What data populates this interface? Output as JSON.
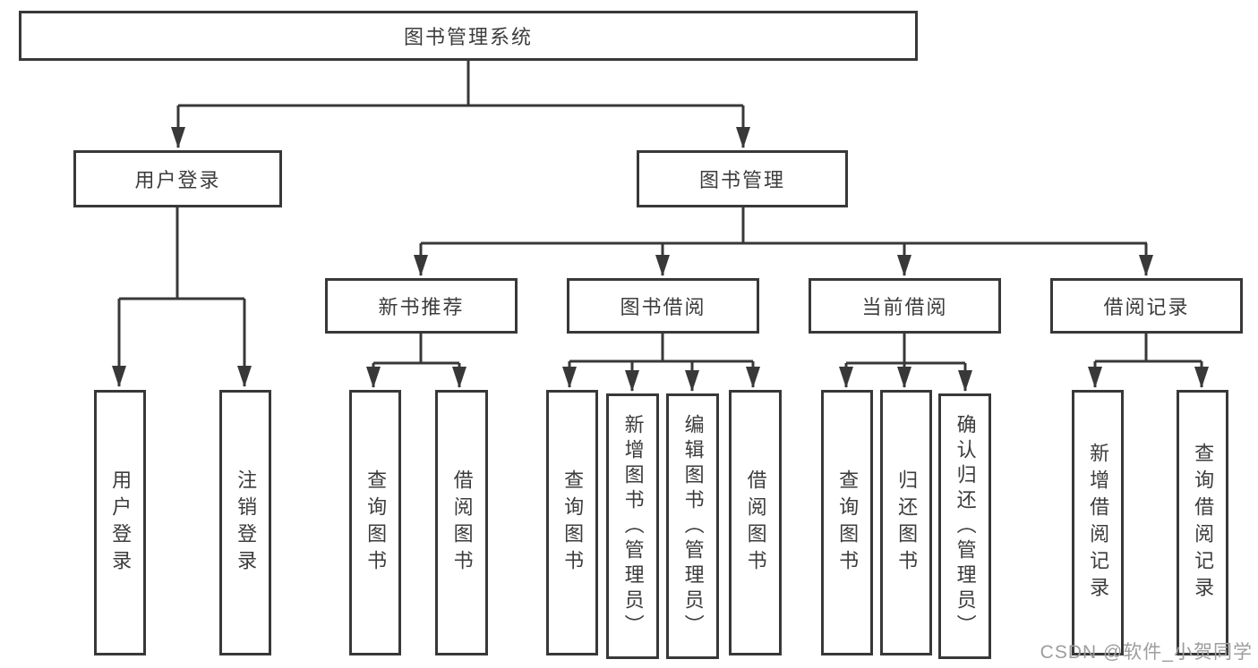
{
  "diagram": {
    "colors": {
      "line": "#383838",
      "node_border": "#383838",
      "node_text": "#3c3c3c",
      "background": "#ffffff",
      "watermark_text": "#9d9d9d"
    },
    "tree": {
      "root": "图书管理系统",
      "branches": [
        {
          "label": "用户登录",
          "children": [
            "用户登录",
            "注销登录"
          ]
        },
        {
          "label": "图书管理",
          "children": [
            {
              "label": "新书推荐",
              "children": [
                "查询图书",
                "借阅图书"
              ]
            },
            {
              "label": "图书借阅",
              "children": [
                "查询图书",
                "新增图书（管理员）",
                "编辑图书（管理员）",
                "借阅图书"
              ]
            },
            {
              "label": "当前借阅",
              "children": [
                "查询图书",
                "归还图书",
                "确认归还（管理员）"
              ]
            },
            {
              "label": "借阅记录",
              "children": [
                "新增借阅记录",
                "查询借阅记录"
              ]
            }
          ]
        }
      ]
    },
    "watermark": {
      "text": "CSDN @软件_小贺同学"
    }
  }
}
